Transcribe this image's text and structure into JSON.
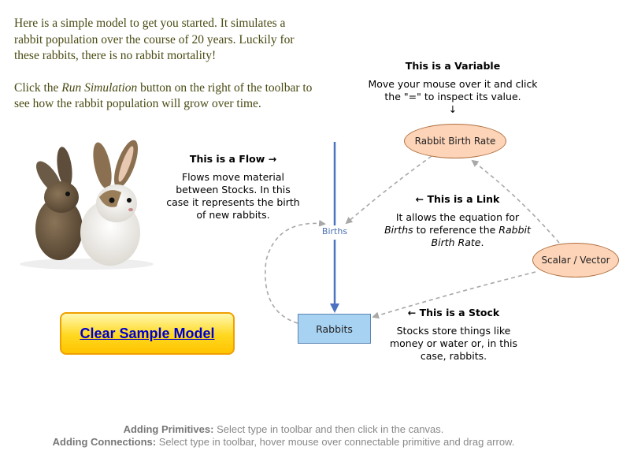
{
  "intro": {
    "paragraph1": "Here is a simple model to get you started. It simulates a rabbit population over the course of 20 years. Luckily for these rabbits, there is no rabbit mortality!",
    "paragraph2_pre": "Click the ",
    "paragraph2_em": "Run Simulation",
    "paragraph2_post": " button on the right of the toolbar to see how the rabbit population will grow over time."
  },
  "clear_button_label": "Clear Sample Model",
  "annotations": {
    "variable": {
      "heading": "This is a Variable",
      "line1": "Move your mouse over it and click",
      "line2": "the \"=\" to inspect its value.",
      "arrow": "↓"
    },
    "flow": {
      "heading": "This is a Flow →",
      "body": "Flows move material between Stocks. In this case it represents the birth of new rabbits."
    },
    "link": {
      "heading": "← This is a Link",
      "body_pre": "It allows the equation for ",
      "body_em1": "Births",
      "body_mid": " to reference the ",
      "body_em2": "Rabbit Birth Rate",
      "body_post": "."
    },
    "stock": {
      "heading": "← This is a Stock",
      "body": "Stocks store things like money or water or, in this case, rabbits."
    }
  },
  "nodes": {
    "rabbit_birth_rate": "Rabbit Birth Rate",
    "scalar_vector": "Scalar / Vector",
    "births": "Births",
    "rabbits": "Rabbits"
  },
  "footer": {
    "line1_bold": "Adding Primitives:",
    "line1_text": " Select type in toolbar and then click in the canvas.",
    "line2_bold": "Adding Connections:",
    "line2_text": " Select type in toolbar, hover mouse over connectable primitive and drag arrow."
  },
  "colors": {
    "flow": "#4a72c0",
    "link": "#a8a8a8",
    "variable_fill": "#fdd4b8",
    "stock_fill": "#a8d2f2",
    "button_text": "#0000cc"
  }
}
